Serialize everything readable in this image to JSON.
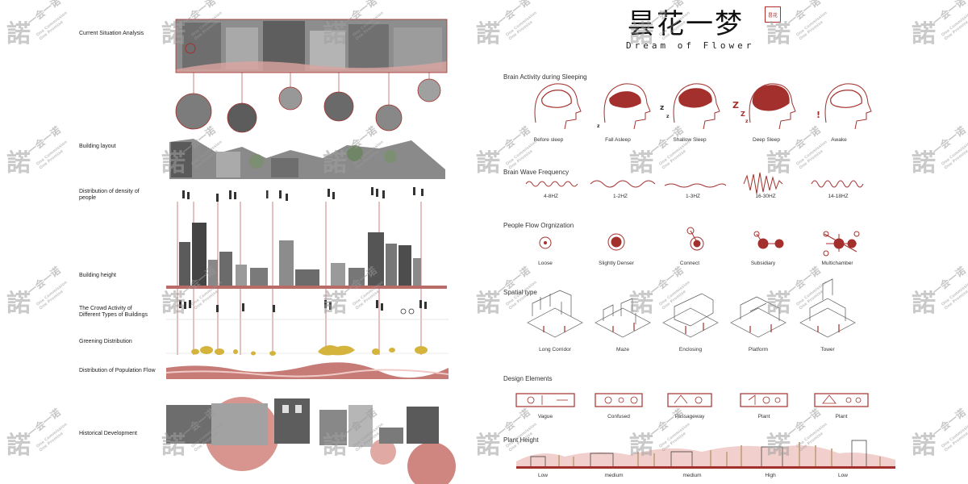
{
  "left_panel": {
    "labels": {
      "current_situation": "Current Situation Analysis",
      "building_layout": "Building layout",
      "density": "Distribution of density of people",
      "building_height": "Building height",
      "crowd_activity": "The Crowd Activity of Different Types of Buildings",
      "greening": "Greening Distribution",
      "population_flow": "Distribution of Population Flow",
      "historical": "Historical Development"
    }
  },
  "right_panel": {
    "title_cn": "昙花一梦",
    "title_en": "Dream of Flower",
    "seal_text": "昙花",
    "sections": {
      "brain_activity": "Brain Activity during Sleeping",
      "brain_wave": "Brain Wave Frequency",
      "people_flow": "People Flow Orgnization",
      "spatial_type": "Spatial type",
      "design_elements": "Design Elements",
      "plant_height": "Plant Height"
    },
    "sleep_stages": [
      "Before sleep",
      "Fall Asleep",
      "Shallow Sleep",
      "Deep Sleep",
      "Awake"
    ],
    "wave_freqs": [
      "4-8HZ",
      "1-2HZ",
      "1-3HZ",
      "16-30HZ",
      "14-18HZ"
    ],
    "flow_types": [
      "Loose",
      "Slightly Denser",
      "Connect",
      "Subsidiary",
      "Multichamber"
    ],
    "spatial_types": [
      "Long Corridor",
      "Maze",
      "Enclosing",
      "Platform",
      "Tower"
    ],
    "design_elements": [
      "Vague",
      "Confused",
      "Passageway",
      "Plant",
      "Plant"
    ],
    "plant_heights": [
      "Low",
      "medium",
      "medium",
      "High",
      "Low"
    ]
  },
  "watermark": {
    "glyph": "諾",
    "text": "一会一诺",
    "sub1": "One Commission",
    "sub2": "One Promise"
  },
  "colors": {
    "accent": "#a3302c",
    "pink": "#e8a3a0",
    "mustard": "#d4b43c",
    "grey": "#7a7a7a"
  }
}
